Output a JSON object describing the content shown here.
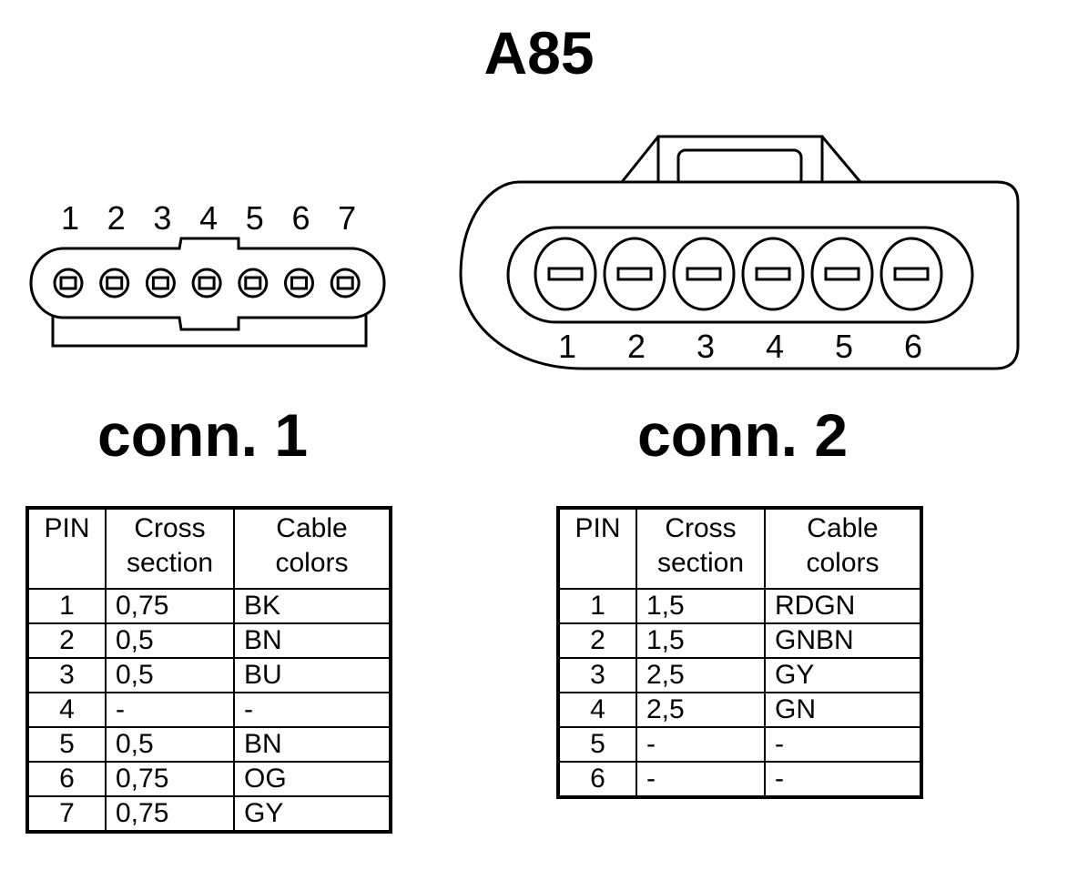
{
  "title": "A85",
  "connectors": [
    {
      "label": "conn. 1",
      "pin_numbers": [
        "1",
        "2",
        "3",
        "4",
        "5",
        "6",
        "7"
      ],
      "table": {
        "headers": [
          "PIN",
          "Cross section",
          "Cable colors"
        ],
        "rows": [
          [
            "1",
            "0,75",
            "BK"
          ],
          [
            "2",
            "0,5",
            "BN"
          ],
          [
            "3",
            "0,5",
            "BU"
          ],
          [
            "4",
            "-",
            "-"
          ],
          [
            "5",
            "0,5",
            "BN"
          ],
          [
            "6",
            "0,75",
            "OG"
          ],
          [
            "7",
            "0,75",
            "GY"
          ]
        ]
      }
    },
    {
      "label": "conn. 2",
      "pin_numbers": [
        "1",
        "2",
        "3",
        "4",
        "5",
        "6"
      ],
      "table": {
        "headers": [
          "PIN",
          "Cross section",
          "Cable colors"
        ],
        "rows": [
          [
            "1",
            "1,5",
            "RDGN"
          ],
          [
            "2",
            "1,5",
            "GNBN"
          ],
          [
            "3",
            "2,5",
            "GY"
          ],
          [
            "4",
            "2,5",
            "GN"
          ],
          [
            "5",
            "-",
            "-"
          ],
          [
            "6",
            "-",
            "-"
          ]
        ]
      }
    }
  ]
}
